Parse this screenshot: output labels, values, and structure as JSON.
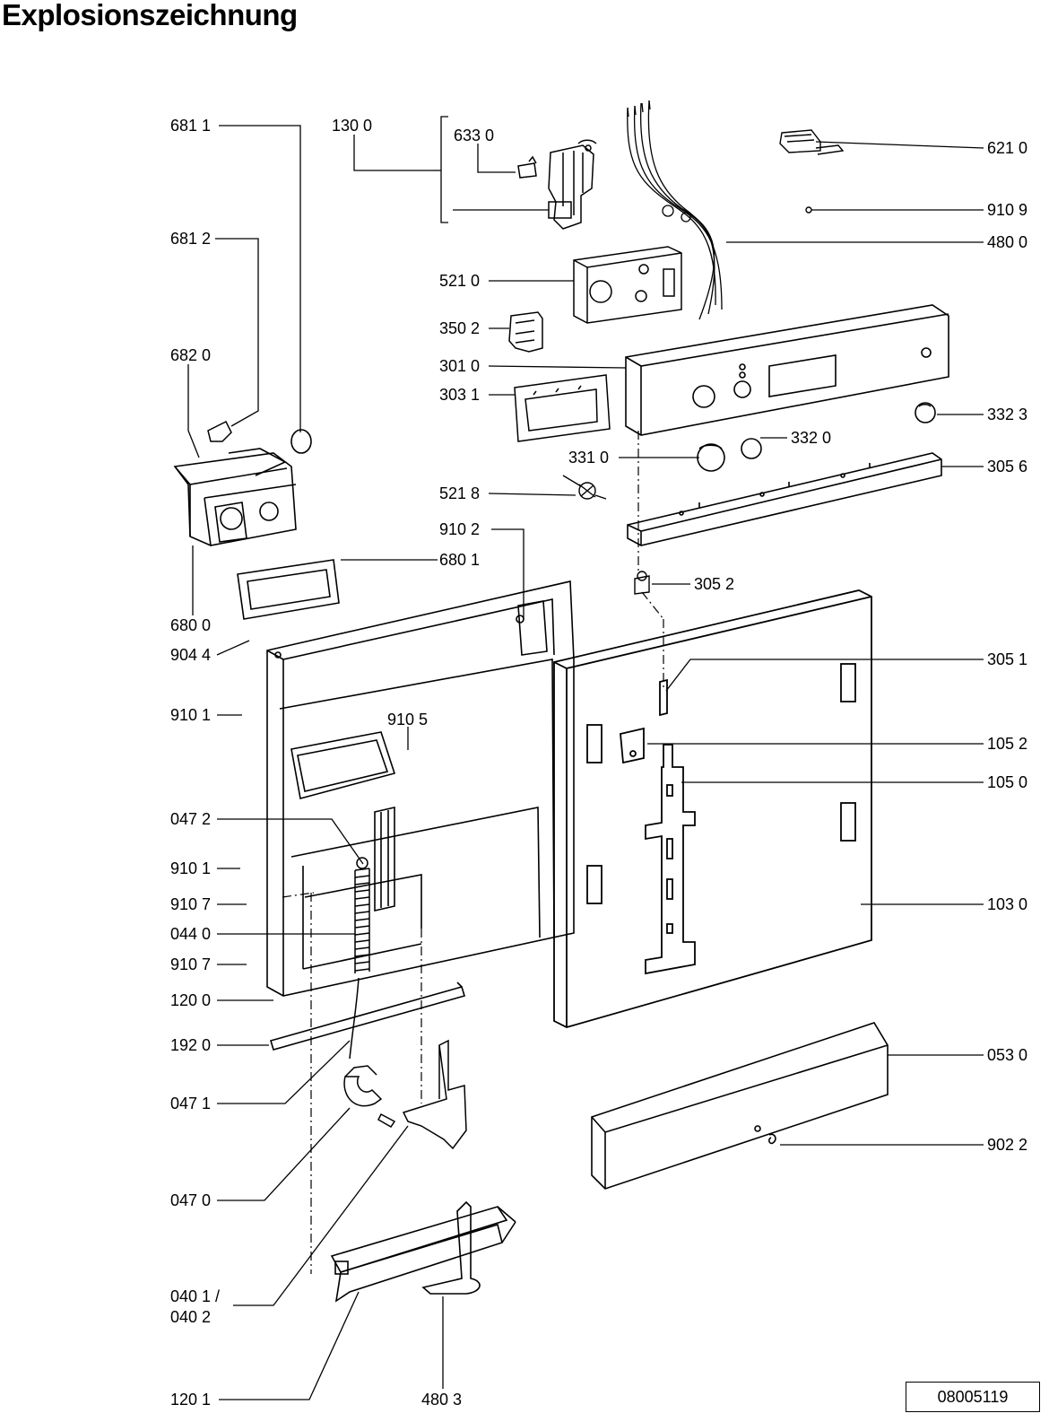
{
  "title": "Explosionszeichnung",
  "drawing_number": "08005119",
  "parts": [
    {
      "label": "681 1"
    },
    {
      "label": "130 0"
    },
    {
      "label": "633 0"
    },
    {
      "label": "621 0"
    },
    {
      "label": "910 9"
    },
    {
      "label": "480 0"
    },
    {
      "label": "681 2"
    },
    {
      "label": "521 0"
    },
    {
      "label": "350 2"
    },
    {
      "label": "682 0"
    },
    {
      "label": "301 0"
    },
    {
      "label": "303 1"
    },
    {
      "label": "332 3"
    },
    {
      "label": "332 0"
    },
    {
      "label": "331 0"
    },
    {
      "label": "305 6"
    },
    {
      "label": "521 8"
    },
    {
      "label": "910 2"
    },
    {
      "label": "680 1"
    },
    {
      "label": "305 2"
    },
    {
      "label": "680 0"
    },
    {
      "label": "904 4"
    },
    {
      "label": "305 1"
    },
    {
      "label": "910 1"
    },
    {
      "label": "910 5"
    },
    {
      "label": "105 2"
    },
    {
      "label": "105 0"
    },
    {
      "label": "047 2"
    },
    {
      "label": "910 1"
    },
    {
      "label": "910 7"
    },
    {
      "label": "103 0"
    },
    {
      "label": "044 0"
    },
    {
      "label": "910 7"
    },
    {
      "label": "120 0"
    },
    {
      "label": "192 0"
    },
    {
      "label": "053 0"
    },
    {
      "label": "047 1"
    },
    {
      "label": "902 2"
    },
    {
      "label": "047 0"
    },
    {
      "label": "040 1 /"
    },
    {
      "label": "040 2"
    },
    {
      "label": "120 1"
    },
    {
      "label": "480 3"
    }
  ]
}
